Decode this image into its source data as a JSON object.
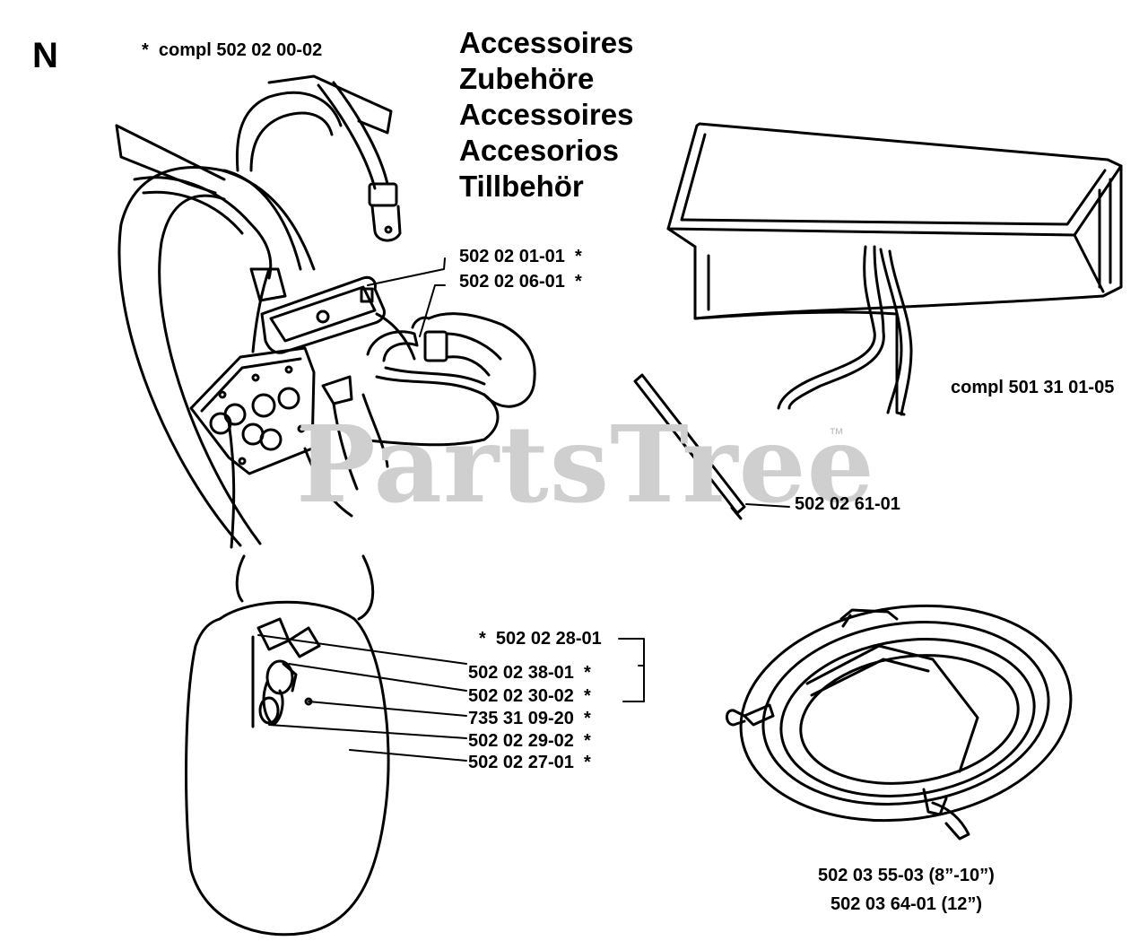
{
  "section_letter": "N",
  "titles": [
    "Accessoires",
    "Zubehöre",
    "Accessoires",
    "Accesorios",
    "Tillbehör"
  ],
  "watermark": {
    "text": "PartsTree",
    "trademark": "™"
  },
  "harness": {
    "compl_label": "*  compl 502 02 00-02",
    "parts": [
      "502 02 01-01  *",
      "502 02 06-01  *"
    ]
  },
  "bag": {
    "compl_label": "compl 501 31 01-05",
    "rod_part": "502 02 61-01"
  },
  "shield": {
    "group_label": "*  502 02 28-01",
    "parts": [
      "502 02 38-01  *",
      "502 02 30-02  *",
      "735 31 09-20  *",
      "502 02 29-02  *",
      "502 02 27-01  *"
    ]
  },
  "guard": {
    "parts": [
      "502 03 55-03 (8”-10”)",
      "502 03 64-01 (12”)"
    ]
  }
}
